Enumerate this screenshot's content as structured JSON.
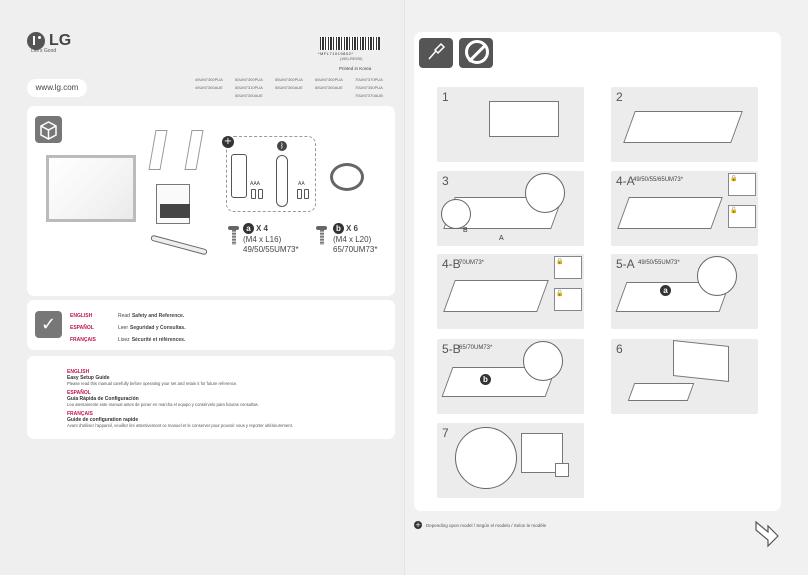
{
  "brand": {
    "logo_text": "LG",
    "tagline": "Life's Good",
    "website": "www.lg.com"
  },
  "barcode": {
    "number": "*MFL71019802*",
    "sub": "(1901-REV00)",
    "printed": "Printed in Korea"
  },
  "models": [
    [
      "49UM7300PUA",
      "50UM7300PUA",
      "55UM7300PUA",
      "65UM7300PUA",
      "70UM7370PUA"
    ],
    [
      "49UM7300AUE",
      "50UM7310PUA",
      "55UM7300AUE",
      "65UM7300AUE",
      "70UM7350PUA"
    ],
    [
      "",
      "50UM7300AUE",
      "",
      "",
      "70UM7370AUB"
    ]
  ],
  "accessories": {
    "battery_aaa": "AAA",
    "battery_aa": "AA",
    "screw_a": {
      "badge": "a",
      "count": "X 4",
      "size": "(M4 x L16)",
      "models": "49/50/55UM73*"
    },
    "screw_b": {
      "badge": "b",
      "count": "X 6",
      "size": "(M4 x L20)",
      "models": "65/70UM73*"
    }
  },
  "languages": [
    {
      "name": "ENGLISH",
      "prefix": "Read ",
      "bold": "Safety and Reference."
    },
    {
      "name": "ESPAÑOL",
      "prefix": "Leer ",
      "bold": "Seguridad y Consultas."
    },
    {
      "name": "FRANÇAIS",
      "prefix": "Lisez ",
      "bold": "Sécurité et références."
    }
  ],
  "guides": [
    {
      "lang": "ENGLISH",
      "title": "Easy Setup Guide",
      "desc": "Please read this manual carefully before operating your set and retain it for future reference."
    },
    {
      "lang": "ESPAÑOL",
      "title": "Guía Rápida de Configuración",
      "desc": "Lea atentamente este manual antes de poner en marcha el equipo y consérvelo para futuras consultas."
    },
    {
      "lang": "FRANÇAIS",
      "title": "Guide de configuration rapide",
      "desc": "Avant d'utiliser l'appareil, veuillez lire attentivement ce manuel et le conserver pour pouvoir vous y reporter ultérieurement."
    }
  ],
  "steps": [
    {
      "num": "1",
      "sub": ""
    },
    {
      "num": "2",
      "sub": ""
    },
    {
      "num": "3",
      "sub": ""
    },
    {
      "num": "4-A",
      "sub": "49/50/55/65UM73*"
    },
    {
      "num": "4-B",
      "sub": "70UM73*"
    },
    {
      "num": "5-A",
      "sub": "49/50/55UM73*"
    },
    {
      "num": "5-B",
      "sub": "65/70UM73*"
    },
    {
      "num": "6",
      "sub": ""
    },
    {
      "num": "7",
      "sub": ""
    }
  ],
  "step3_letters": {
    "a": "A",
    "b": "B"
  },
  "step5_badges": {
    "a": "a",
    "b": "b"
  },
  "footnote": "Depending upon model / Según el modelo / Selon le modèle",
  "colors": {
    "accent": "#c0154b",
    "icon_bg": "#777777"
  }
}
